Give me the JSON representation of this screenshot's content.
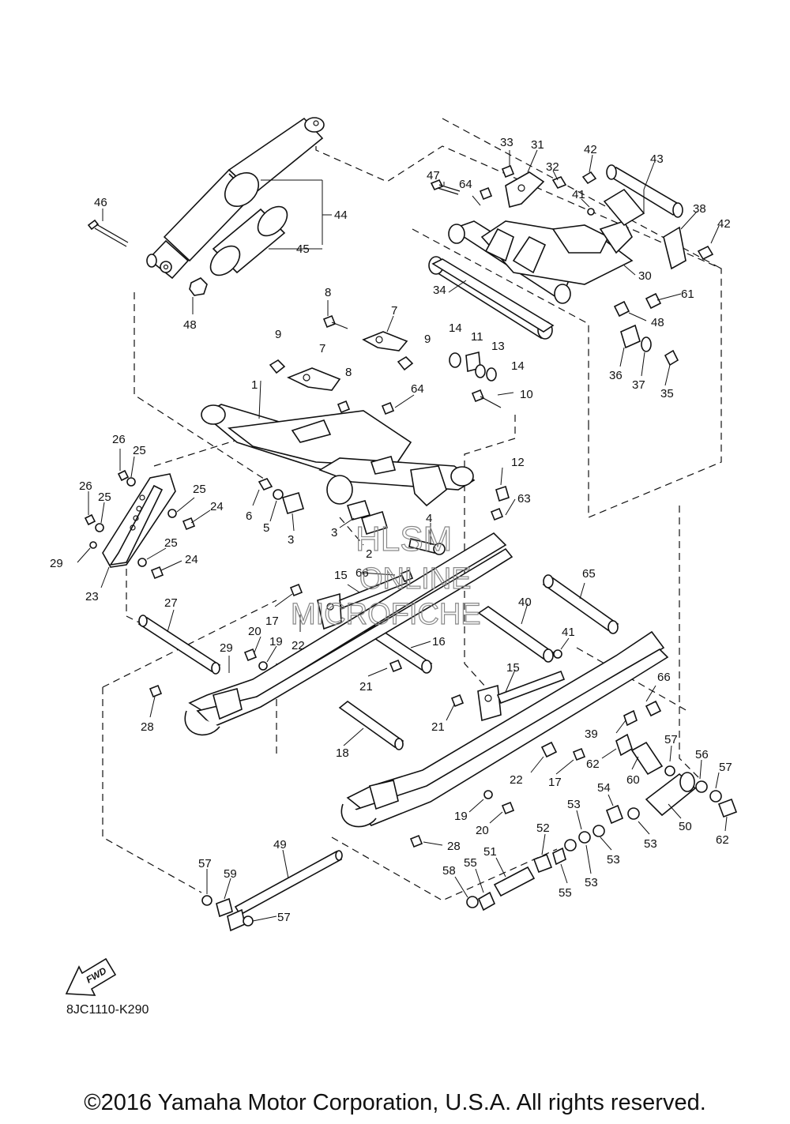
{
  "diagram": {
    "drawing_code": "8JC1110-K290",
    "fwd_label": "FWD",
    "copyright": "©2016 Yamaha Motor Corporation, U.S.A. All rights reserved.",
    "watermark": [
      "HLSM",
      "ONLINE",
      "MICROFICHE"
    ],
    "callouts": [
      "1",
      "2",
      "3",
      "3",
      "4",
      "5",
      "6",
      "7",
      "7",
      "8",
      "8",
      "9",
      "9",
      "10",
      "11",
      "12",
      "13",
      "14",
      "14",
      "15",
      "15",
      "16",
      "17",
      "17",
      "18",
      "19",
      "19",
      "20",
      "20",
      "21",
      "21",
      "22",
      "22",
      "23",
      "24",
      "24",
      "25",
      "25",
      "25",
      "25",
      "26",
      "26",
      "27",
      "28",
      "28",
      "29",
      "29",
      "30",
      "31",
      "32",
      "33",
      "34",
      "35",
      "36",
      "37",
      "38",
      "39",
      "40",
      "41",
      "41",
      "42",
      "42",
      "43",
      "44",
      "45",
      "46",
      "47",
      "48",
      "48",
      "49",
      "50",
      "51",
      "52",
      "53",
      "53",
      "53",
      "53",
      "54",
      "55",
      "55",
      "56",
      "57",
      "57",
      "57",
      "57",
      "58",
      "59",
      "60",
      "61",
      "62",
      "62",
      "63",
      "64",
      "64",
      "65",
      "66",
      "66"
    ]
  }
}
